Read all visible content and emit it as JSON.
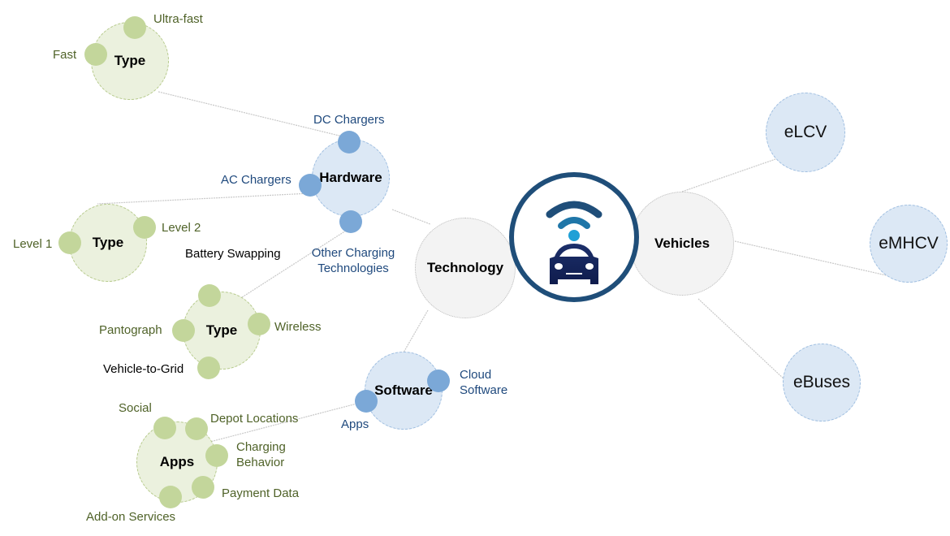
{
  "center": {
    "icon": "connected-car-icon"
  },
  "technology": {
    "label": "Technology",
    "hardware": {
      "label": "Hardware",
      "dc": "DC Chargers",
      "ac": "AC Chargers",
      "other": "Other Charging Technologies",
      "dc_type": {
        "label": "Type",
        "items": [
          "Ultra-fast",
          "Fast"
        ]
      },
      "ac_type": {
        "label": "Type",
        "items": [
          "Level 2",
          "Level 1"
        ]
      },
      "other_type": {
        "label": "Type",
        "items": [
          "Battery Swapping",
          "Wireless",
          "Pantograph",
          "Vehicle-to-Grid"
        ]
      }
    },
    "software": {
      "label": "Software",
      "cloud": "Cloud Software",
      "apps": "Apps",
      "apps_node": {
        "label": "Apps",
        "items": [
          "Social",
          "Depot Locations",
          "Charging Behavior",
          "Payment Data",
          "Add-on Services"
        ]
      }
    }
  },
  "vehicles": {
    "label": "Vehicles",
    "items": [
      "eLCV",
      "eMHCV",
      "eBuses"
    ]
  },
  "colors": {
    "green": "#c3d69b",
    "blue": "#7ba8d7",
    "navy": "#1f4e79"
  }
}
